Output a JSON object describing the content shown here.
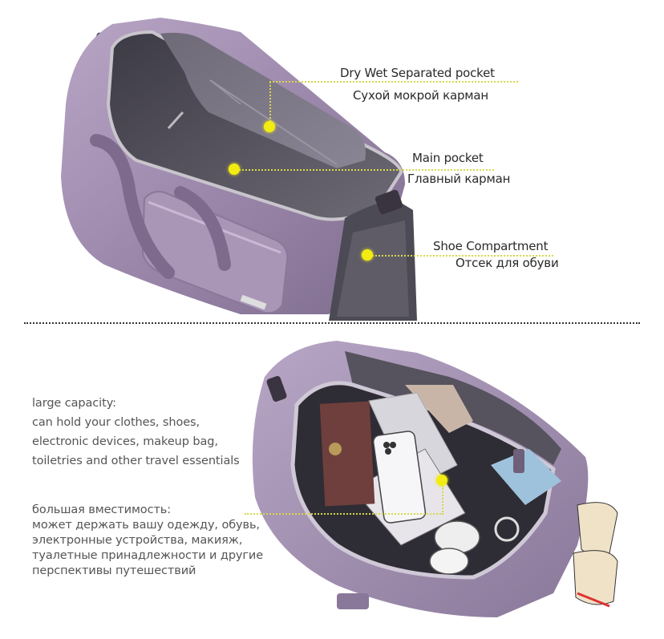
{
  "top_section": {
    "callouts": [
      {
        "id": "dry-wet",
        "label_en": "Dry Wet Separated pocket",
        "label_ru": "Сухой мокрой карман"
      },
      {
        "id": "main",
        "label_en": "Main pocket",
        "label_ru": "Главный карман"
      },
      {
        "id": "shoe",
        "label_en": "Shoe Compartment",
        "label_ru": "Отсек для обуви"
      }
    ]
  },
  "bottom_section": {
    "description_en": [
      "large capacity:",
      "can hold your clothes, shoes,",
      "electronic devices, makeup bag,",
      "toiletries and other travel essentials"
    ],
    "description_ru": [
      "большая вместимость:",
      "может держать вашу одежду, обувь,",
      "электронные устройства, макияж,",
      "туалетные принадлежности и другие",
      "перспективы путешествий"
    ]
  },
  "colors": {
    "bag_body": "#9a86a8",
    "bag_highlight": "#c9b8d4",
    "lining": "#5e5b66",
    "callout_dot": "#f2ec12",
    "callout_line": "#d8d84a",
    "text": "#2a2a2a",
    "description_text": "#555555"
  }
}
